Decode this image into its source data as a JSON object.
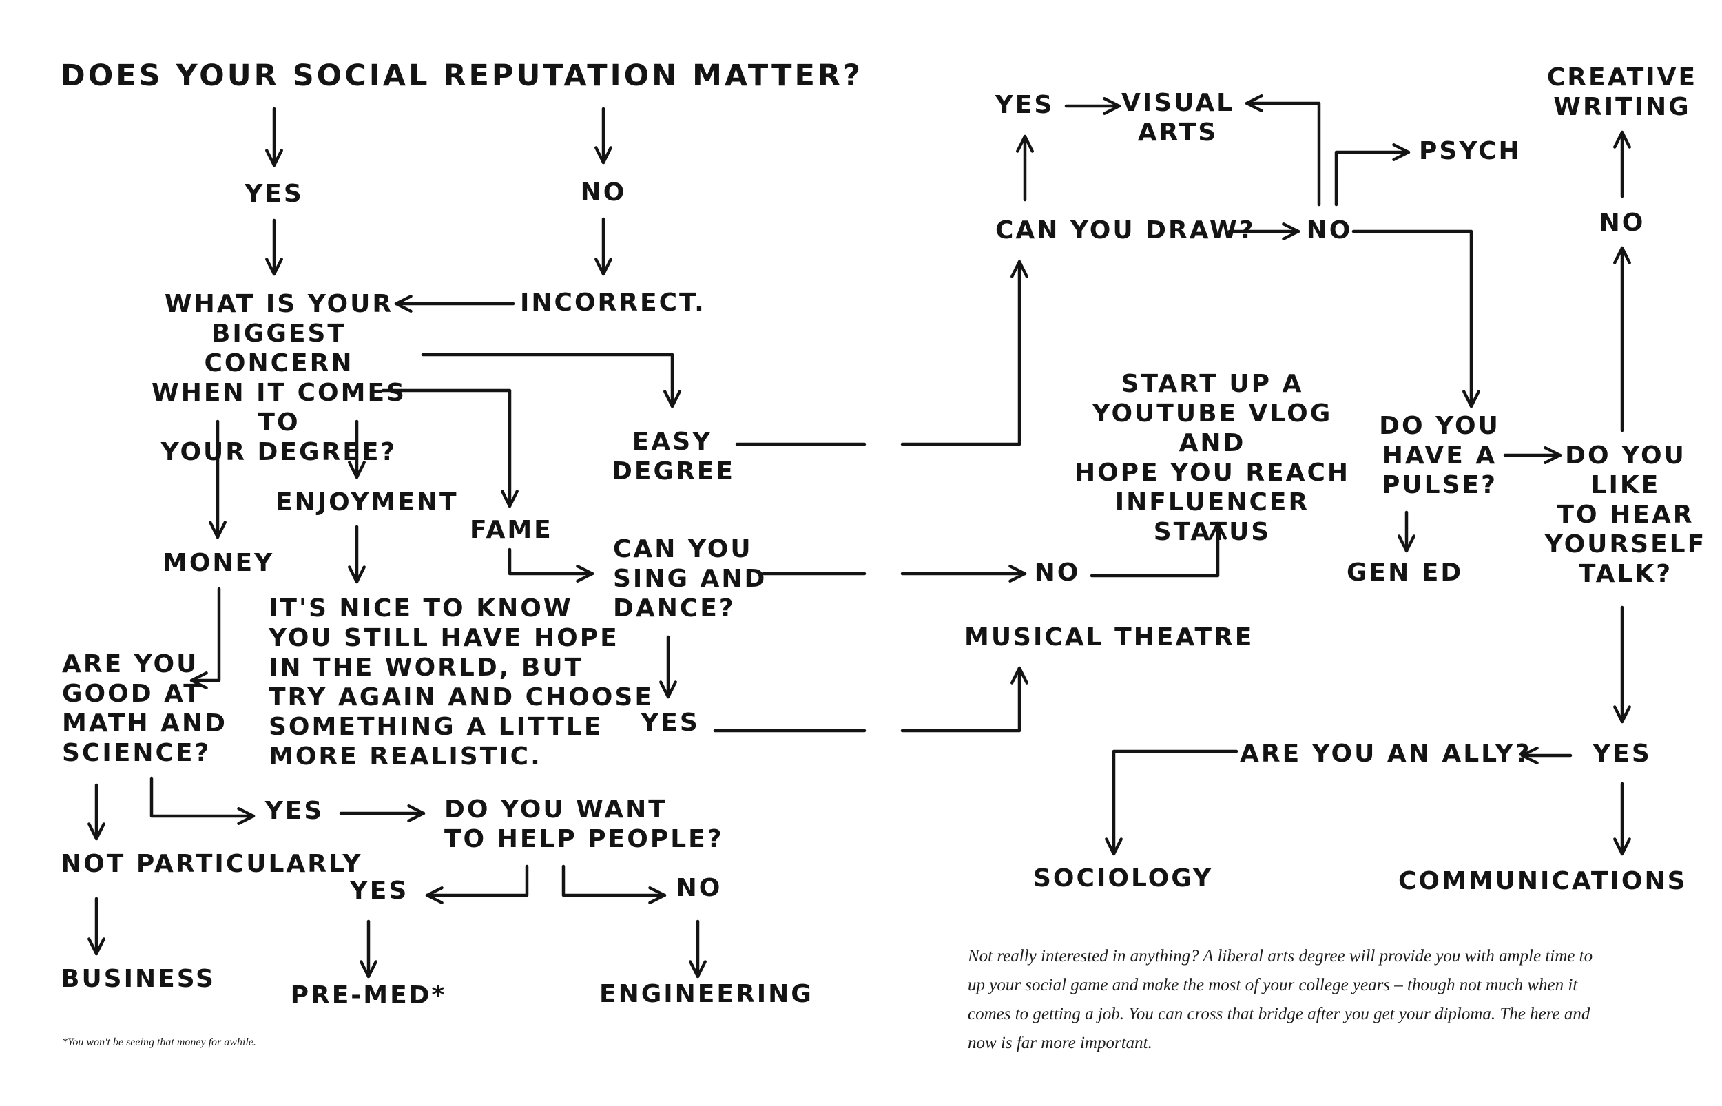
{
  "flowchart": {
    "title": "DOES YOUR SOCIAL REPUTATION MATTER?",
    "nodes": {
      "yes_top": "YES",
      "no_top": "NO",
      "incorrect": "INCORRECT.",
      "concern": "WHAT IS YOUR\nBIGGEST CONCERN\nWHEN IT COMES TO\nYOUR DEGREE?",
      "money": "MONEY",
      "enjoyment": "ENJOYMENT",
      "fame": "FAME",
      "easy_degree": "EASY\nDEGREE",
      "nice_to_know": "IT'S NICE TO KNOW\nYOU STILL HAVE HOPE\nIN THE WORLD, BUT\nTRY AGAIN AND CHOOSE\nSOMETHING A LITTLE\nMORE REALISTIC.",
      "math_science": "ARE YOU\nGOOD AT\nMATH AND\nSCIENCE?",
      "not_particularly": "NOT PARTICULARLY",
      "business": "BUSINESS",
      "yes_math": "YES",
      "help_people": "DO YOU WANT\nTO HELP PEOPLE?",
      "yes_help": "YES",
      "no_help": "NO",
      "pre_med": "PRE-MED*",
      "engineering": "ENGINEERING",
      "sing_dance": "CAN YOU\nSING AND\nDANCE?",
      "yes_sing": "YES",
      "no_sing": "NO",
      "musical_theatre": "MUSICAL THEATRE",
      "youtube": "START UP A\nYOUTUBE VLOG AND\nHOPE YOU REACH\nINFLUENCER\nSTATUS",
      "can_draw": "CAN YOU DRAW?",
      "yes_draw": "YES",
      "visual_arts": "VISUAL\nARTS",
      "no_draw": "NO",
      "psych": "PSYCH",
      "pulse": "DO YOU\nHAVE A\nPULSE?",
      "gen_ed": "GEN ED",
      "hear_yourself": "DO YOU\nLIKE\nTO HEAR\nYOURSELF\nTALK?",
      "no_talk": "NO",
      "creative_writing": "CREATIVE\nWRITING",
      "yes_talk": "YES",
      "ally": "ARE YOU AN ALLY?",
      "sociology": "SOCIOLOGY",
      "communications": "COMMUNICATIONS"
    },
    "footnote": "*You won't be seeing that money for awhile.",
    "aside": "Not really interested in anything? A liberal arts degree will provide you with ample time to up your social game and make the most of your college years – though not much when it comes to getting a job. You can cross that bridge after you get your diploma. The here and now is far more important."
  },
  "colors": {
    "ink": "#141414",
    "background": "#ffffff"
  }
}
